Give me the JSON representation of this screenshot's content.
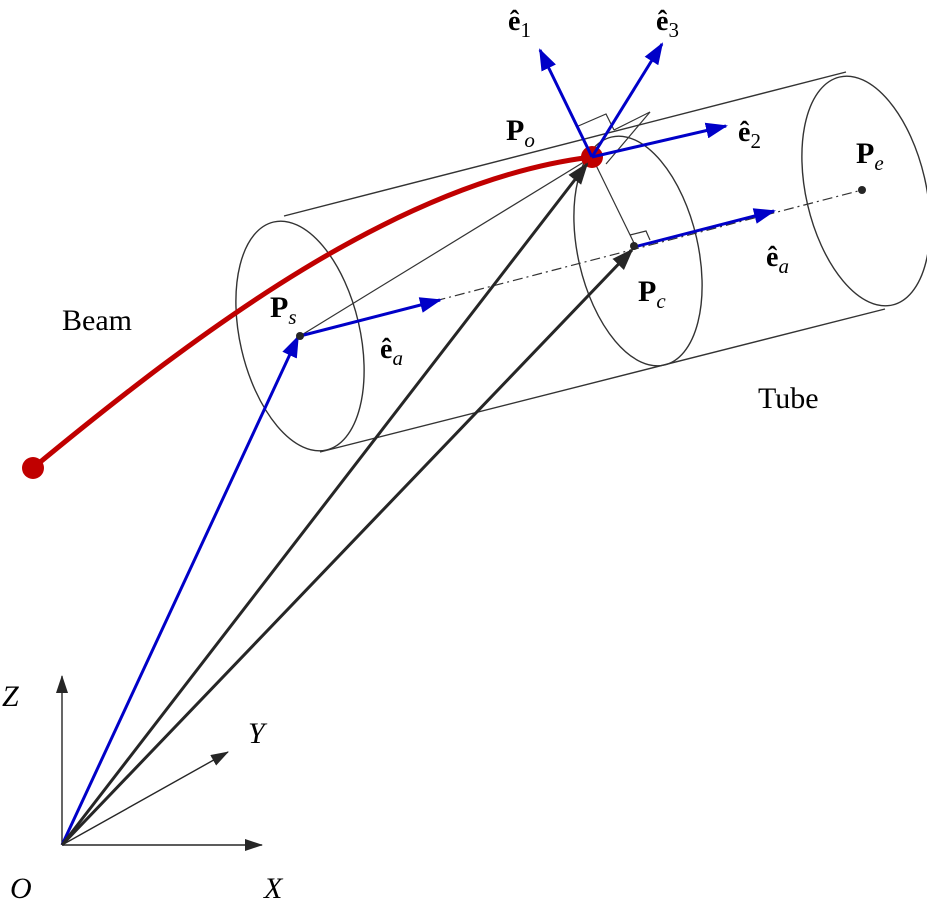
{
  "labels": {
    "beam": "Beam",
    "tube": "Tube",
    "P": "P",
    "sub_s": "s",
    "sub_o": "o",
    "sub_c": "c",
    "sub_e": "e",
    "sub_a": "a",
    "e_hat": "ê",
    "sub_1": "1",
    "sub_2": "2",
    "sub_3": "3",
    "axis_x": "X",
    "axis_y": "Y",
    "axis_z": "Z",
    "origin": "O"
  },
  "colors": {
    "beam": "#c00000",
    "vector_blue": "#0000c8",
    "vector_dark": "#262626",
    "outline": "#333333"
  }
}
